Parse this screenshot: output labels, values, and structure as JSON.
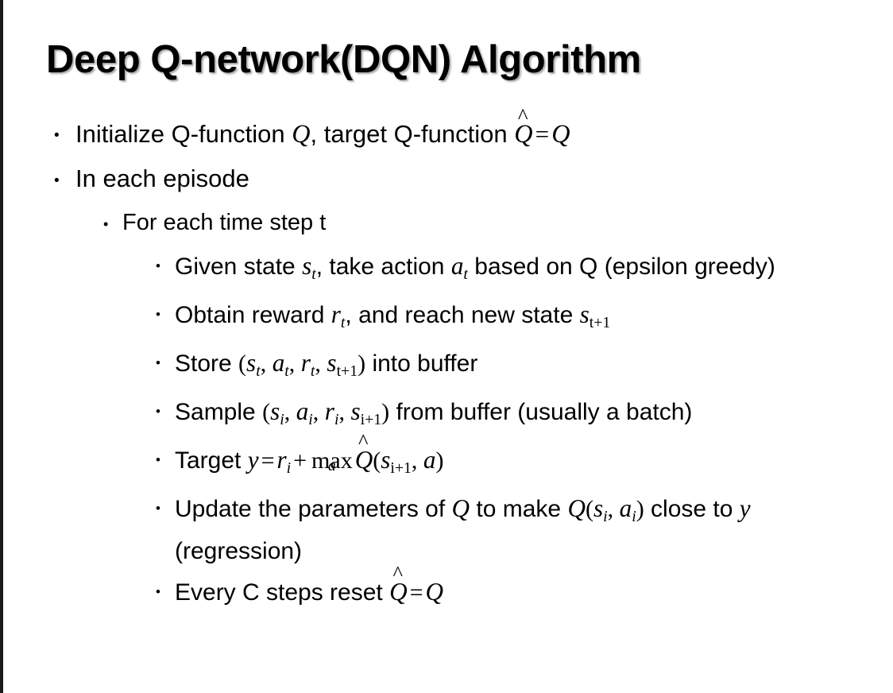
{
  "slide": {
    "title": "Deep Q-network(DQN) Algorithm",
    "background_color": "#ffffff",
    "text_color": "#000000",
    "left_edge_color": "#1a1a1a",
    "bullet_glyph": "•"
  },
  "content": {
    "b1_pre": "Initialize Q-function ",
    "b1_q1": "Q",
    "b1_mid": ", target Q-function ",
    "b1_qhat": "Q",
    "b1_eq": "=",
    "b1_q2": "Q",
    "b2_text": "In each episode",
    "b3_text": "For each time step t",
    "b4_pre": "Given state ",
    "b4_s": "s",
    "b4_s_sub": "t",
    "b4_mid": ", take action ",
    "b4_a": "a",
    "b4_a_sub": "t",
    "b4_post": " based on Q (epsilon greedy)",
    "b5_pre": "Obtain reward ",
    "b5_r": "r",
    "b5_r_sub": "t",
    "b5_mid": ", and reach new state ",
    "b5_s": "s",
    "b5_s_sub": "t+1",
    "b6_pre": "Store ",
    "b6_open": "(",
    "b6_s": "s",
    "b6_s_sub": "t",
    "b6_c1": ", ",
    "b6_a": "a",
    "b6_a_sub": "t",
    "b6_c2": ", ",
    "b6_r": "r",
    "b6_r_sub": "t",
    "b6_c3": ", ",
    "b6_s2": "s",
    "b6_s2_sub": "t+1",
    "b6_close": ")",
    "b6_post": " into buffer",
    "b7_pre": "Sample ",
    "b7_open": "(",
    "b7_s": "s",
    "b7_s_sub": "i",
    "b7_c1": ", ",
    "b7_a": "a",
    "b7_a_sub": "i",
    "b7_c2": ", ",
    "b7_r": "r",
    "b7_r_sub": "i",
    "b7_c3": ", ",
    "b7_s2": "s",
    "b7_s2_sub": "i+1",
    "b7_close": ")",
    "b7_post": " from buffer (usually a batch)",
    "b8_pre": "Target ",
    "b8_y": "y",
    "b8_eq": "=",
    "b8_r": "r",
    "b8_r_sub": "i",
    "b8_plus": "+",
    "b8_max": "max",
    "b8_max_sub": "a",
    "b8_qhat": "Q",
    "b8_open": "(",
    "b8_s": "s",
    "b8_s_sub": "i+1",
    "b8_comma": ", ",
    "b8_a": "a",
    "b8_close": ")",
    "b9_pre": "Update the parameters of ",
    "b9_q1": "Q",
    "b9_mid": " to make ",
    "b9_q2": "Q",
    "b9_open": "(",
    "b9_s": "s",
    "b9_s_sub": "i",
    "b9_comma": ", ",
    "b9_a": "a",
    "b9_a_sub": "i",
    "b9_close": ")",
    "b9_post1": " close to ",
    "b9_y": "y",
    "b9_post2": " (regression)",
    "b10_pre": "Every C steps reset ",
    "b10_qhat": "Q",
    "b10_eq": "=",
    "b10_q": "Q"
  }
}
